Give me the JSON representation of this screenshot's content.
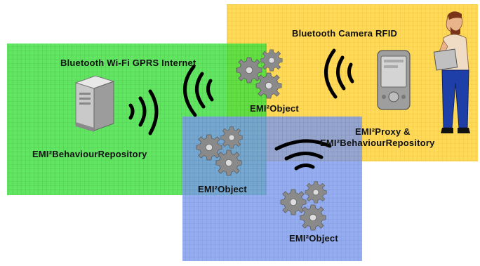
{
  "diagram": {
    "zones": {
      "green": {
        "color": "#33dd33",
        "grid": "#1fa31f"
      },
      "yellow": {
        "color": "#ffd23a",
        "grid": "#d9a800"
      },
      "blue": {
        "color": "#6f8fe6",
        "grid": "#4a68c4"
      }
    },
    "labels": {
      "green_protocols": "Bluetooth  Wi-Fi  GPRS  Internet",
      "yellow_protocols": "Bluetooth  Camera  RFID",
      "server_label": "EMI²BehaviourRepository",
      "object_top": "EMI²Object",
      "object_left": "EMI²Object",
      "object_bottom": "EMI²Object",
      "proxy_line1": "EMI²Proxy &",
      "proxy_line2": "EMI²BehaviourRepository"
    },
    "icons": [
      "server-icon",
      "pda-icon",
      "person-icon",
      "gears-icon",
      "wireless-signal-icon"
    ]
  }
}
